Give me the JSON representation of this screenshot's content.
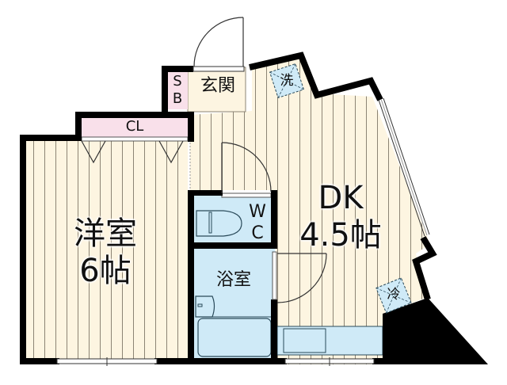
{
  "floor_plan": {
    "colors": {
      "wall": "#000000",
      "flooring": "#fdf5e1",
      "flooring_lines": "#8c8474",
      "wet_area": "#cfeaf7",
      "storage": "#f9e0ea",
      "entrance": "#fdf5e1",
      "appliance_marker": "#cfeaf7"
    },
    "rooms": {
      "western_room": {
        "name": "洋室",
        "size": "6帖"
      },
      "dining_kitchen": {
        "name": "DK",
        "size": "4.5帖"
      },
      "bathroom": {
        "name": "浴室"
      },
      "toilet": {
        "line1": "W",
        "line2": "C"
      },
      "entrance": {
        "name": "玄関"
      },
      "shoe_box": {
        "line1": "S",
        "line2": "B"
      },
      "closet": {
        "name": "CL"
      }
    },
    "appliances": {
      "washer": {
        "label": "洗"
      },
      "fridge": {
        "label": "冷"
      }
    }
  }
}
